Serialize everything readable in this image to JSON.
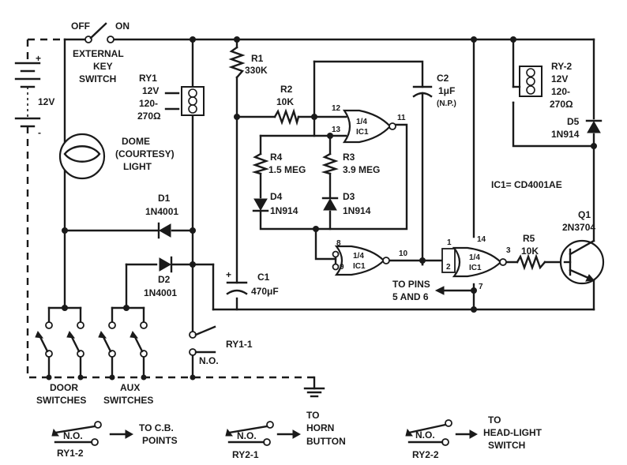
{
  "labels": {
    "off": "OFF",
    "on": "ON",
    "key_switch_1": "EXTERNAL",
    "key_switch_2": "KEY",
    "key_switch_3": "SWITCH",
    "battery": "12V",
    "battery_plus": "+",
    "battery_minus": "-",
    "dome_1": "DOME",
    "dome_2": "(COURTESY)",
    "dome_3": "LIGHT",
    "ry1_1": "RY1",
    "ry1_2": "12V",
    "ry1_3": "120-",
    "ry1_4": "270Ω",
    "r1_1": "R1",
    "r1_2": "330K",
    "r2_1": "R2",
    "r2_2": "10K",
    "r3_1": "R3",
    "r3_2": "3.9 MEG",
    "r4_1": "R4",
    "r4_2": "1.5 MEG",
    "d3_1": "D3",
    "d3_2": "1N914",
    "d4_1": "D4",
    "d4_2": "1N914",
    "d1_1": "D1",
    "d1_2": "1N4001",
    "d2_1": "D2",
    "d2_2": "1N4001",
    "c1_1": "C1",
    "c1_2": "470μF",
    "c1_plus": "+",
    "c2_1": "C2",
    "c2_2": "1μF",
    "c2_3": "(N.P.)",
    "ry2_1": "RY-2",
    "ry2_2": "12V",
    "ry2_3": "120-",
    "ry2_4": "270Ω",
    "d5_1": "D5",
    "d5_2": "1N914",
    "ic_note": "IC1= CD4001AE",
    "q1_1": "Q1",
    "q1_2": "2N3704",
    "r5_1": "R5",
    "r5_2": "10K",
    "gate_frac": "1/4",
    "gate_ic": "IC1",
    "pin12": "12",
    "pin13": "13",
    "pin11": "11",
    "pin8": "8",
    "pin9": "9",
    "pin10": "10",
    "pin1": "1",
    "pin2": "2",
    "pin14": "14",
    "pin3": "3",
    "pin7": "7",
    "to_pins_1": "TO PINS",
    "to_pins_2": "5 AND 6",
    "ry1_1_contact": "RY1-1",
    "no": "N.O.",
    "door_1": "DOOR",
    "door_2": "SWITCHES",
    "aux_1": "AUX",
    "aux_2": "SWITCHES",
    "ry1_2_label": "RY1-2",
    "ry1_2_target_1": "TO C.B.",
    "ry1_2_target_2": "POINTS",
    "ry2_1_label": "RY2-1",
    "ry2_1_target_1": "TO",
    "ry2_1_target_2": "HORN",
    "ry2_1_target_3": "BUTTON",
    "ry2_2_label": "RY2-2",
    "ry2_2_target_1": "TO",
    "ry2_2_target_2": "HEAD-LIGHT",
    "ry2_2_target_3": "SWITCH"
  }
}
